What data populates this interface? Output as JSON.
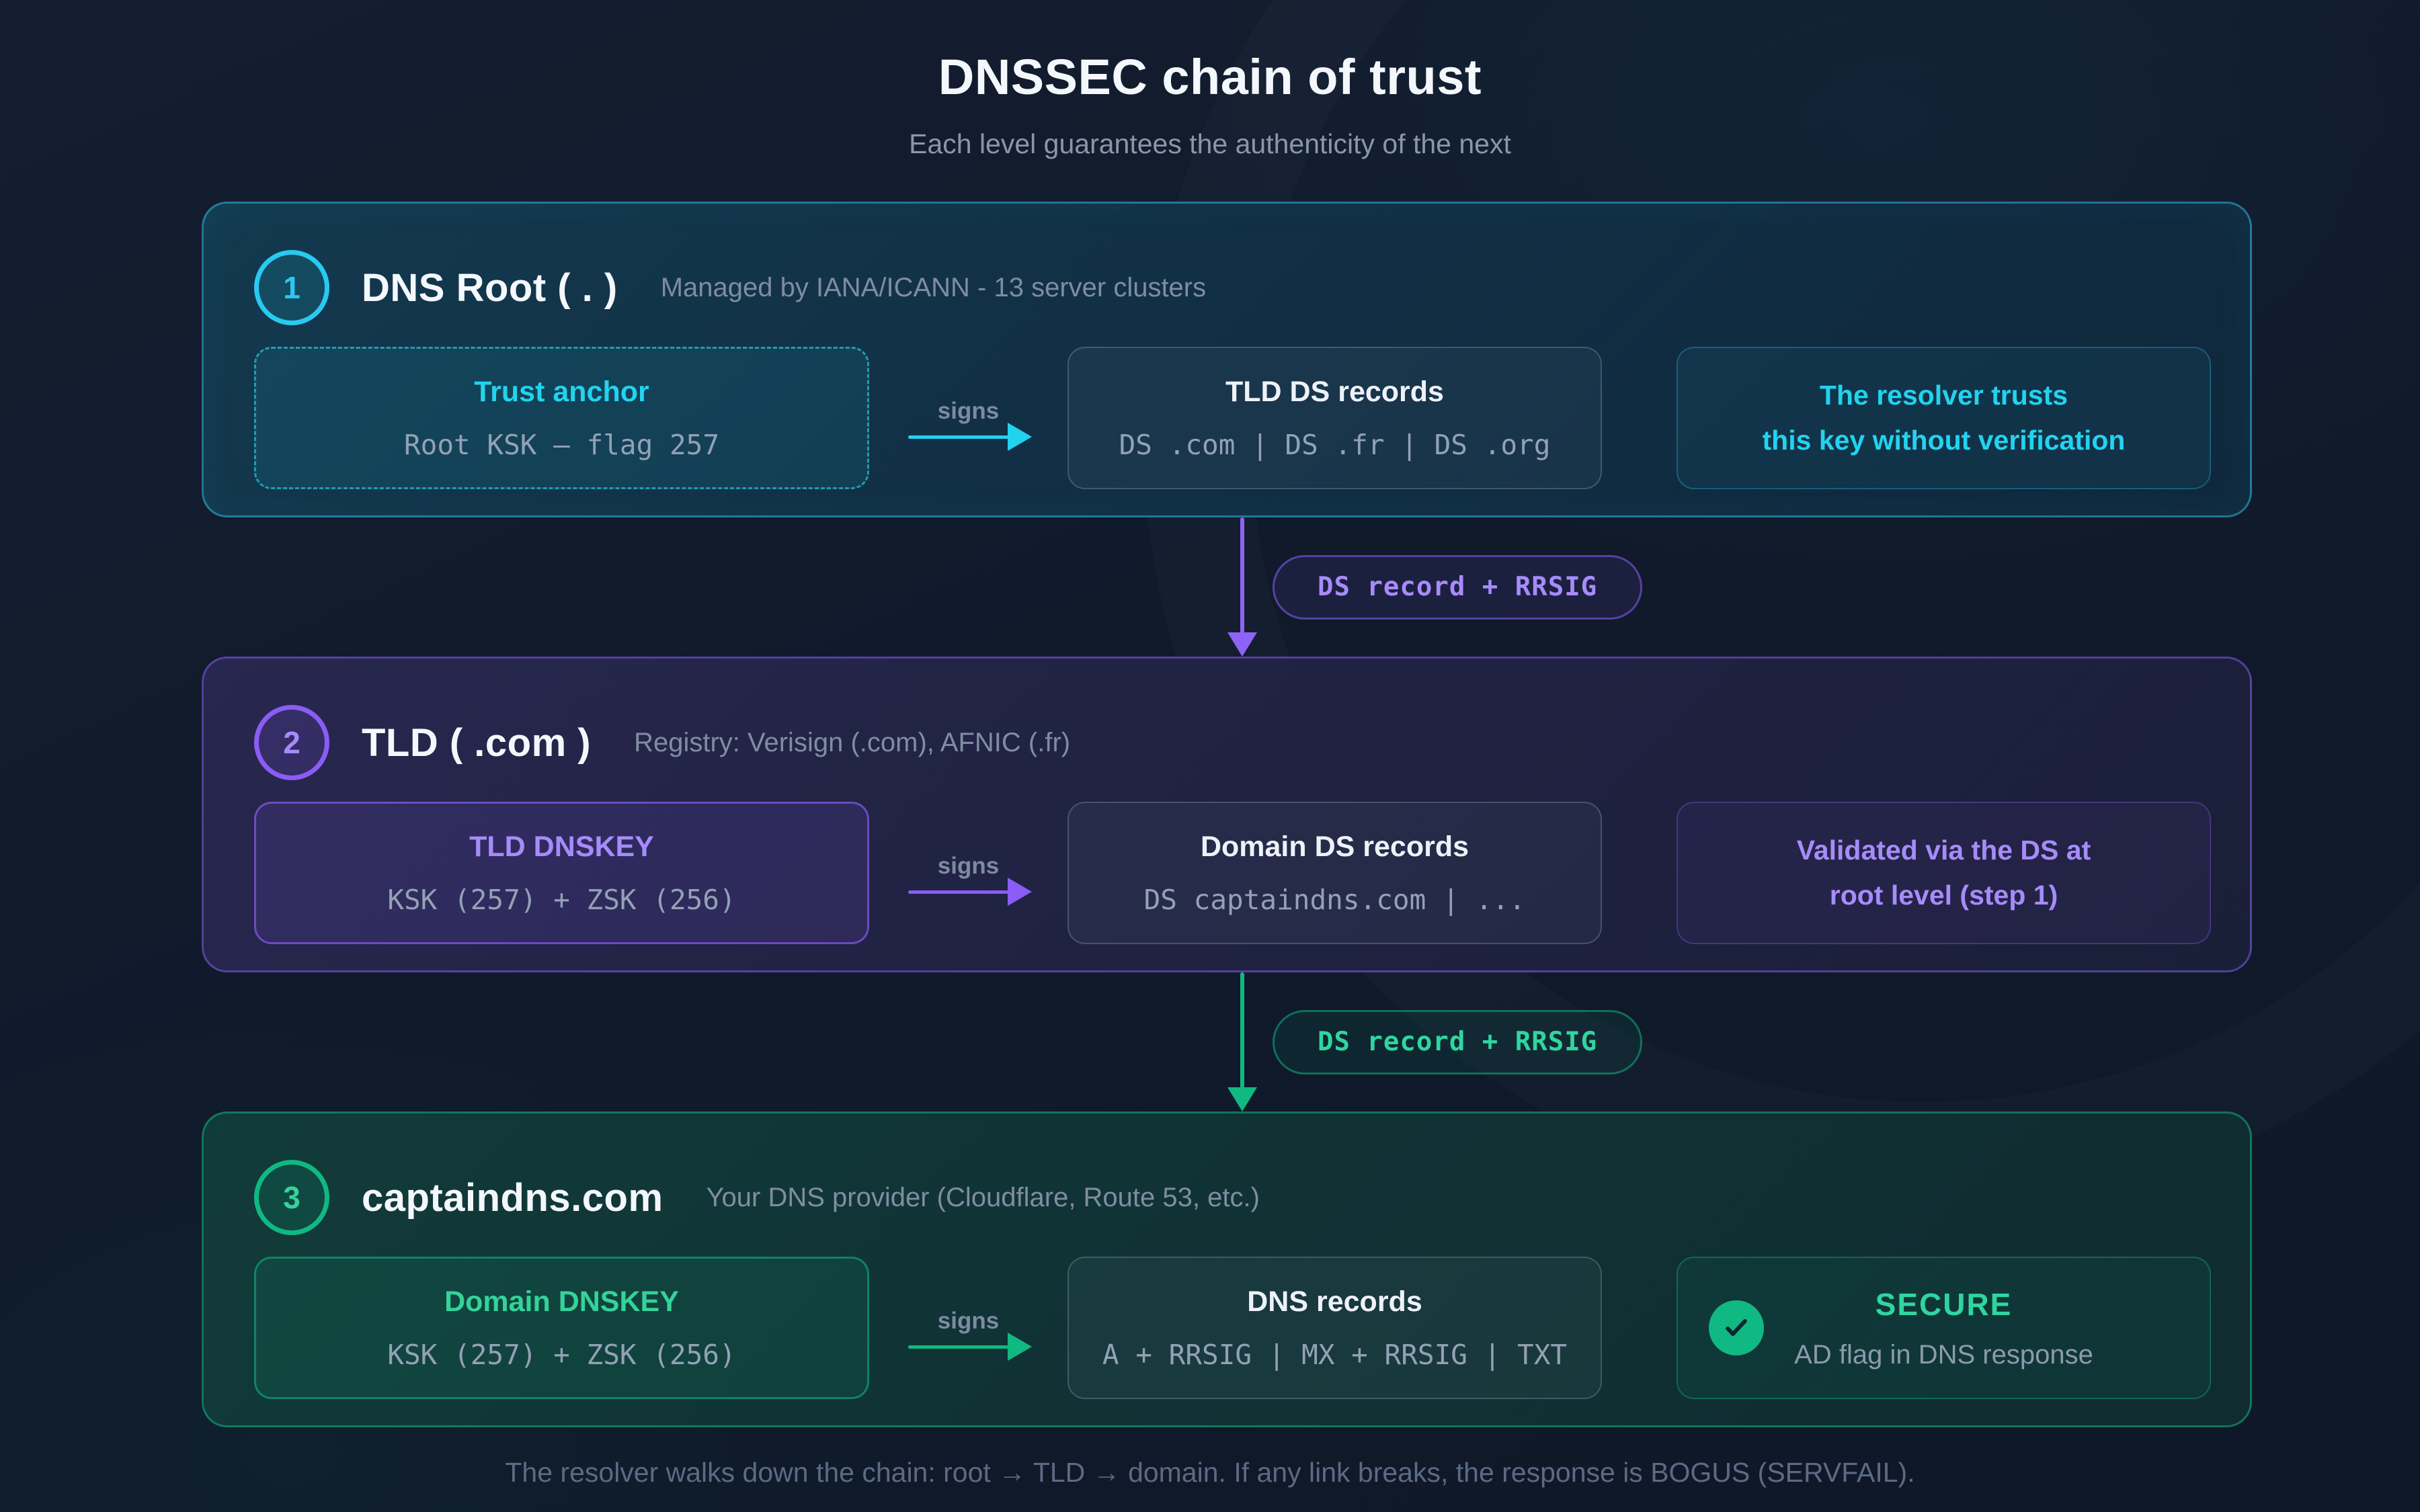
{
  "page": {
    "title": "DNSSEC chain of trust",
    "subtitle": "Each level guarantees the authenticity of the next",
    "footer": "The resolver walks down the chain: root → TLD → domain. If any link breaks, the response is BOGUS (SERVFAIL)."
  },
  "levels": [
    {
      "number": "1",
      "title": "DNS Root ( . )",
      "subtitle": "Managed by IANA/ICANN - 13 server clusters",
      "accent_color": "#22d3ee",
      "key_box": {
        "title": "Trust anchor",
        "detail": "Root KSK — flag 257"
      },
      "signs_label": "signs",
      "record_box": {
        "title": "TLD DS records",
        "detail": "DS .com | DS .fr | DS .org"
      },
      "note_box": {
        "line1": "The resolver trusts",
        "line2": "this key without verification"
      }
    },
    {
      "number": "2",
      "title": "TLD ( .com )",
      "subtitle": "Registry: Verisign (.com), AFNIC (.fr)",
      "accent_color": "#8b5cf6",
      "key_box": {
        "title": "TLD DNSKEY",
        "detail": "KSK (257) + ZSK (256)"
      },
      "signs_label": "signs",
      "record_box": {
        "title": "Domain DS records",
        "detail": "DS captaindns.com | ..."
      },
      "note_box": {
        "line1": "Validated via the DS at",
        "line2": "root level (step 1)"
      }
    },
    {
      "number": "3",
      "title": "captaindns.com",
      "subtitle": "Your DNS provider (Cloudflare, Route 53, etc.)",
      "accent_color": "#10b981",
      "key_box": {
        "title": "Domain DNSKEY",
        "detail": "KSK (257) + ZSK (256)"
      },
      "signs_label": "signs",
      "record_box": {
        "title": "DNS records",
        "detail": "A + RRSIG | MX + RRSIG | TXT"
      },
      "note_box": {
        "title": "SECURE",
        "line2": "AD flag in DNS response",
        "icon": "check-icon"
      }
    }
  ],
  "connectors": [
    {
      "label": "DS record + RRSIG",
      "color": "#a78bfa"
    },
    {
      "label": "DS record + RRSIG",
      "color": "#34d399"
    }
  ]
}
